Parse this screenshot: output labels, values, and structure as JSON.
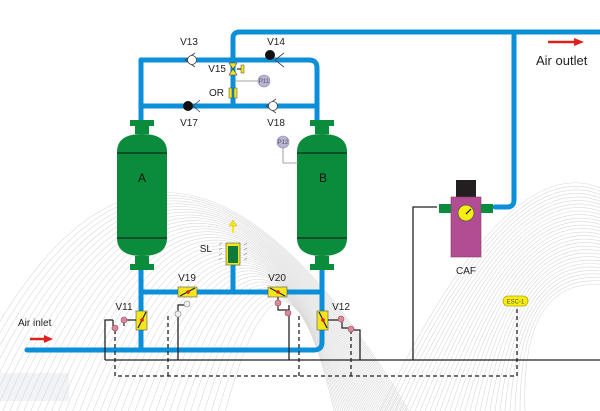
{
  "diagram": {
    "title": "Heatless desiccant air dryer flow schematic",
    "colors": {
      "pipe": "#0a8fd8",
      "tank": "#0a8c3c",
      "valve_body": "#f4e61a",
      "valve_marker": "#e0201c",
      "caf_body": "#b24d93",
      "gauge": "#f6ee10",
      "flow_arrow": "#e0201c",
      "sensor": "#b9b3d6",
      "control_line": "#222222"
    },
    "io": {
      "inlet_label": "Air inlet",
      "outlet_label": "Air outlet"
    },
    "tanks": [
      {
        "id": "A",
        "label": "A"
      },
      {
        "id": "B",
        "label": "B"
      }
    ],
    "check_valves": [
      {
        "id": "V13",
        "label": "V13",
        "state": "open"
      },
      {
        "id": "V14",
        "label": "V14",
        "state": "closed"
      },
      {
        "id": "V17",
        "label": "V17",
        "state": "closed"
      },
      {
        "id": "V18",
        "label": "V18",
        "state": "open"
      }
    ],
    "valves": [
      {
        "id": "V15",
        "label": "V15"
      },
      {
        "id": "OR",
        "label": "OR"
      },
      {
        "id": "V11",
        "label": "V11"
      },
      {
        "id": "V12",
        "label": "V12"
      },
      {
        "id": "V19",
        "label": "V19"
      },
      {
        "id": "V20",
        "label": "V20"
      }
    ],
    "sensors": [
      {
        "id": "P11",
        "label": "P11"
      },
      {
        "id": "P12",
        "label": "P12"
      }
    ],
    "silencer": {
      "label": "SL"
    },
    "filter": {
      "label": "CAF"
    },
    "controller": {
      "label": "ESC-1"
    }
  }
}
